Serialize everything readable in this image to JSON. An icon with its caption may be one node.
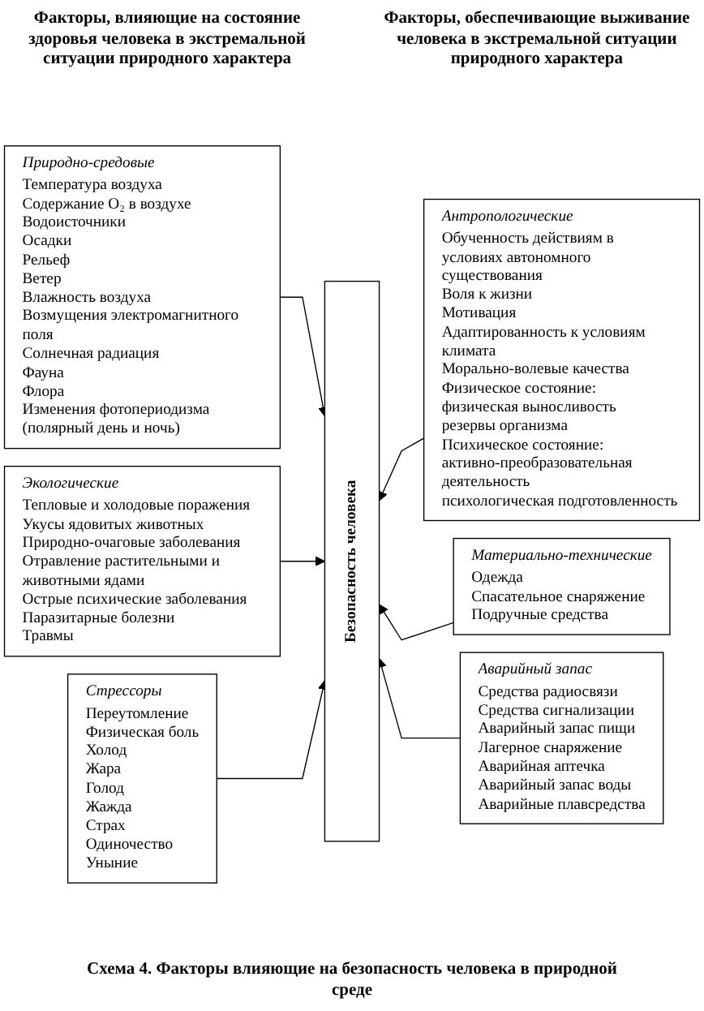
{
  "diagram": {
    "caption": "Схема 4. Факторы влияющие на безопасность человека в природной среде",
    "nodes": [
      {
        "text": [
          "Природно-средовые",
          "Температура воздуха",
          "Содержание O₂ в воздухе",
          "Водоисточники",
          "Осадки",
          "Рельеф",
          "Ветер",
          "Влажность воздуха",
          "Возмущения электромагнитного поля",
          "Солнечная радиация",
          "Фауна",
          "Флора",
          "Изменения фотопериодизма (полярный день и ночь)"
        ]
      },
      {
        "text": [
          "Экологические",
          "Тепловые и холодовые поражения",
          "Укусы ядовитых животных",
          "Природно-очаговые заболевания",
          "Отравление растительными и животными ядами",
          "Острые психические заболевания",
          "Паразитарные болезни",
          "Травмы"
        ]
      },
      {
        "text": [
          "Стрессоры",
          "Переутомление",
          "Физическая боль",
          "Холод",
          "Жара",
          "Голод",
          "Жажда",
          "Страх",
          "Одиночество",
          "Уныние"
        ]
      },
      {
        "text": [
          "Безопасность человека"
        ]
      },
      {
        "text": [
          "Антропологические",
          "Обученность действиям в условиях автономного существования",
          "Воля к жизни",
          "Мотивация",
          "Адаптированность к условиям климата",
          "Морально-волевые качества",
          "Физическое состояние:",
          "физическая выносливость",
          "резервы организма",
          "Психическое состояние:",
          "активно-преобразовательная деятельность",
          "психологическая подготовленность"
        ]
      },
      {
        "text": [
          "Материально-технические",
          "Одежда",
          "Спасательное снаряжение",
          "Подручные средства"
        ]
      },
      {
        "text": [
          "Аварийный запас",
          "Средства радиосвязи",
          "Средства сигнализации",
          "Аварийный запас пищи",
          "Лагерное снаряжение",
          "Аварийная аптечка",
          "Аварийный запас воды",
          "Аварийные плавсредства"
        ]
      }
    ],
    "edges": [
      {
        "from": 0,
        "to": 3,
        "arrow": "to"
      },
      {
        "from": 1,
        "to": 3,
        "arrow": "to"
      },
      {
        "from": 2,
        "to": 3,
        "arrow": "to"
      },
      {
        "from": 4,
        "to": 3,
        "arrow": "to"
      },
      {
        "from": 5,
        "to": 3,
        "arrow": "to"
      },
      {
        "from": 6,
        "to": 3,
        "arrow": "to"
      }
    ],
    "labels": [
      "Факторы, влияющие на состояние здоровья человека в экстремальной ситуации природного характера",
      "Факторы, обеспечивающие выживание человека в экстремальной ситуации природного характера"
    ]
  }
}
